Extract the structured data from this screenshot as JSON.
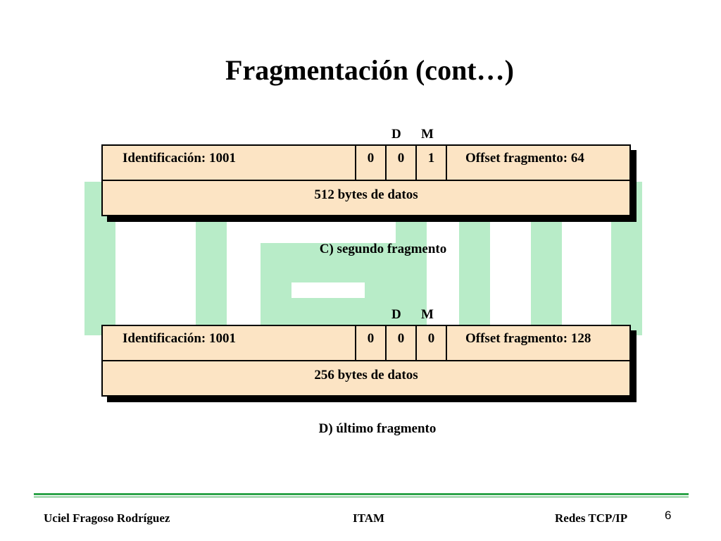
{
  "slide": {
    "title": "Fragmentación (cont…)",
    "page_number": "6"
  },
  "frames": [
    {
      "flag_d": "D",
      "flag_m": "M",
      "identification": "Identificación: 1001",
      "bit0": "0",
      "bit_d": "0",
      "bit_m": "1",
      "offset": "Offset fragmento: 64",
      "data": "512 bytes de datos",
      "caption": "C) segundo fragmento"
    },
    {
      "flag_d": "D",
      "flag_m": "M",
      "identification": "Identificación: 1001",
      "bit0": "0",
      "bit_d": "0",
      "bit_m": "0",
      "offset": "Offset fragmento: 128",
      "data": "256 bytes de datos",
      "caption": "D) último fragmento"
    }
  ],
  "footer": {
    "author": "Uciel Fragoso Rodríguez",
    "institution": "ITAM",
    "course": "Redes TCP/IP"
  },
  "colors": {
    "frame_fill": "#fce4c4",
    "logo_green": "#b8ecc8",
    "rule_green": "#2ea44a"
  }
}
